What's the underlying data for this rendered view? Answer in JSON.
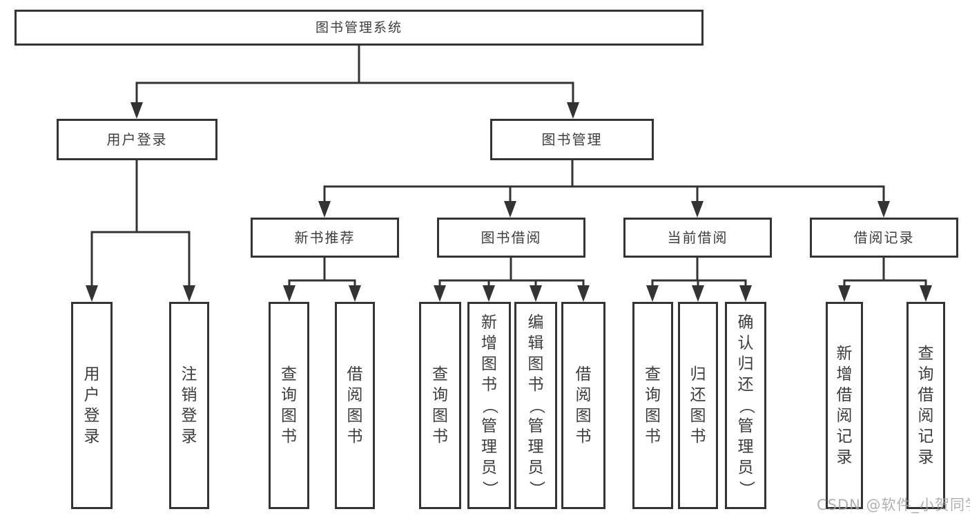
{
  "diagram": {
    "nodes": {
      "root": "图书管理系统",
      "user_login": "用户登录",
      "book_mgmt": "图书管理",
      "new_book_rec": "新书推荐",
      "book_borrow": "图书借阅",
      "current_borrow": "当前借阅",
      "borrow_record": "借阅记录",
      "leaf_user_login": "用户登录",
      "leaf_logout": "注销登录",
      "leaf_nb_query": "查询图书",
      "leaf_nb_borrow": "借阅图书",
      "leaf_bb_query": "查询图书",
      "leaf_bb_add": "新增图书（管理员）",
      "leaf_bb_edit": "编辑图书（管理员）",
      "leaf_bb_borrow": "借阅图书",
      "leaf_cb_query": "查询图书",
      "leaf_cb_return": "归还图书",
      "leaf_cb_confirm": "确认归还（管理员）",
      "leaf_br_add": "新增借阅记录",
      "leaf_br_query": "查询借阅记录"
    },
    "colors": {
      "line": "#333333",
      "box_border": "#333333",
      "text": "#3d3d3d",
      "background": "#ffffff",
      "watermark": "#a3a3a3"
    }
  },
  "watermark": {
    "text": "CSDN @软件_小贺同学"
  }
}
